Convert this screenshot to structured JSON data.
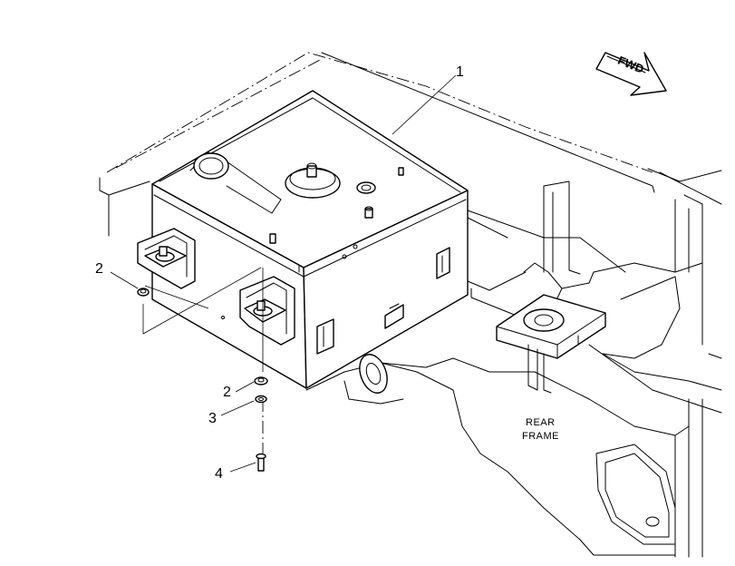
{
  "diagram": {
    "callouts": [
      {
        "id": "1",
        "text": "1"
      },
      {
        "id": "2a",
        "text": "2"
      },
      {
        "id": "2b",
        "text": "2"
      },
      {
        "id": "3",
        "text": "3"
      },
      {
        "id": "4",
        "text": "4"
      }
    ],
    "labels": {
      "rear_frame_line1": "REAR",
      "rear_frame_line2": "FRAME",
      "forward_arrow": "FWD"
    }
  }
}
